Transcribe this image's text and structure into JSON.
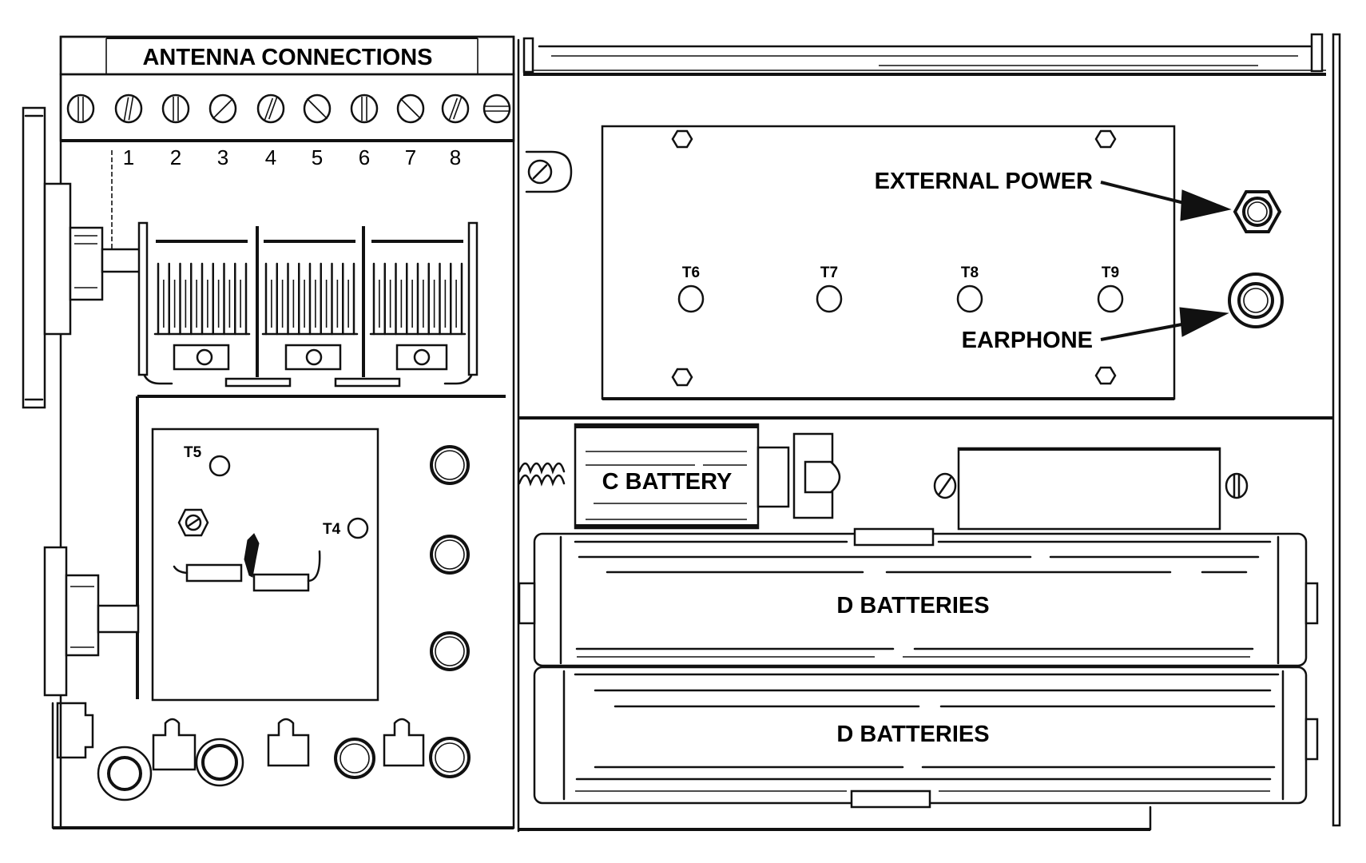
{
  "diagram": {
    "title": "ANTENNA CONNECTIONS",
    "antenna_terminals": [
      "1",
      "2",
      "3",
      "4",
      "5",
      "6",
      "7",
      "8"
    ],
    "test_points": {
      "upper_panel": [
        "T6",
        "T7",
        "T8",
        "T9"
      ],
      "lower_panel_t5": "T5",
      "lower_panel_t4": "T4"
    },
    "callouts": {
      "external_power": "EXTERNAL POWER",
      "earphone": "EARPHONE"
    },
    "batteries": {
      "c_battery": "C BATTERY",
      "d_batteries_upper": "D BATTERIES",
      "d_batteries_lower": "D BATTERIES"
    },
    "colors": {
      "ink": "#111111",
      "paper": "#ffffff"
    }
  }
}
